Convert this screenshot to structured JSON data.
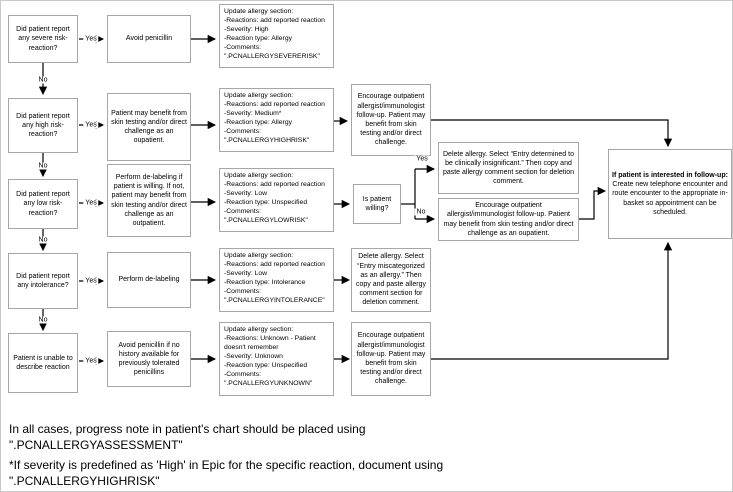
{
  "flowchart": {
    "colors": {
      "box_border": "#a6a6a6",
      "line": "#000000",
      "text": "#000000",
      "background": "#ffffff"
    },
    "rows": [
      {
        "question": "Did patient report any severe risk-reaction?",
        "yes": "Yes",
        "no": "No",
        "action": "Avoid penicillin",
        "update": "Update allergy section:\n-Reactions: add reported reaction\n-Severity: High\n-Reaction type: Allergy\n-Comments:\n\".PCNALLERGYSEVERERISK\""
      },
      {
        "question": "Did patient report any high risk-reaction?",
        "yes": "Yes",
        "no": "No",
        "action": "Patient may benefit from skin testing and/or direct challenge as an oupatient.",
        "update": "Update allergy section:\n-Reactions: add reported reaction\n-Severity: Medium*\n-Reaction type: Allergy\n-Comments:\n\".PCNALLERGYHIGHRISK\"",
        "followup": "Encourage outpatient allergist/immunologist follow-up. Patient may benefit from skin testing and/or direct challenge."
      },
      {
        "question": "Did patient report any low risk-reaction?",
        "yes": "Yes",
        "no": "No",
        "action": "Perform de-labeling if patient is willing. If not, patient may benefit from skin testing and/or direct challenge as an outpatient.",
        "update": "Update allergy section:\n-Reactions: add reported reaction\n-Severity: Low\n-Reaction type: Unspecified\n-Comments:\n\".PCNALLERGYLOWRISK\"",
        "decision": "Is patient willing?",
        "decision_yes": "Yes",
        "decision_no": "No",
        "delete": "Delete allergy. Select “Entry determined to be clinically insignificant.” Then copy and paste allergy comment section for deletion comment.",
        "followup": "Encourage outpatient allergist/immunologist follow-up. Patient may benefit from skin testing and/or direct challenge as an oupatient."
      },
      {
        "question": "Did patient report any intolerance?",
        "yes": "Yes",
        "no": "No",
        "action": "Perform de-labeling",
        "update": "Update allergy section:\n-Reactions: add reported reaction\n-Severity: Low\n-Reaction type: Intolerance\n-Comments:\n\".PCNALLERGYINTOLERANCE\"",
        "delete": "Delete allergy. Select “Entry miscategorized as an allergy.” Then copy and paste allergy comment section for deletion comment."
      },
      {
        "question": "Patient is unable to describe reaction",
        "yes": "Yes",
        "action": "Avoid penicillin if no history available for previously tolerated penicillins",
        "update": "Update allergy section:\n-Reactions: Unknown - Patient doesn't remember\n-Severity: Unknown\n-Reaction type: Unspecified\n-Comments:\n\".PCNALLERGYUNKNOWN\"",
        "followup": "Encourage outpatient allergist/immunologist follow-up. Patient may benefit from skin testing and/or direct challenge."
      }
    ],
    "final": {
      "bold": "If patient is interested in follow-up:",
      "rest": " Create new telephone encounter and route encounter to the appropriate in-basket so appointment can be scheduled."
    },
    "notes": {
      "all_cases": "In all cases, progress note in patient's chart should be placed using\n\".PCNALLERGYASSESSMENT\"",
      "severity_note": "*If severity is predefined as 'High' in Epic for the specific reaction, document using\n\".PCNALLERGYHIGHRISK\""
    }
  }
}
